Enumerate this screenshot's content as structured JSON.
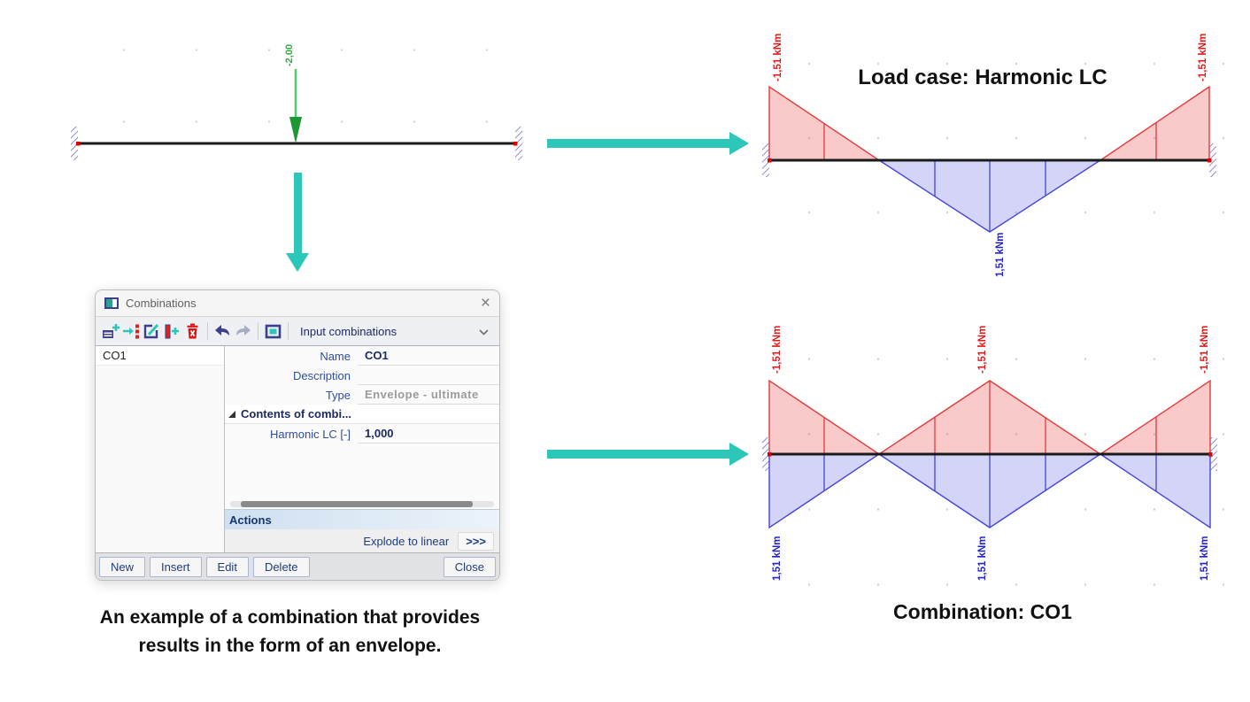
{
  "model": {
    "load_label": "-2,00"
  },
  "dialog": {
    "title": "Combinations",
    "close_icon": "×",
    "toolbar": {
      "dropdown_value": "Input combinations"
    },
    "list_items": [
      "CO1"
    ],
    "fields": [
      {
        "label": "Name",
        "value": "CO1"
      },
      {
        "label": "Description",
        "value": ""
      },
      {
        "label": "Type",
        "value": "Envelope - ultimate"
      }
    ],
    "group_header": "Contents of combi...",
    "group_fields": [
      {
        "label": "Harmonic LC [-]",
        "value": "1,000"
      }
    ],
    "actions_header": "Actions",
    "explode_label": "Explode to linear",
    "explode_button": ">>>",
    "buttons": [
      "New",
      "Insert",
      "Edit",
      "Delete"
    ],
    "close_button": "Close"
  },
  "diagram_top": {
    "title": "Load case: Harmonic LC",
    "label_left": "-1,51 kNm",
    "label_right": "-1,51 kNm",
    "label_mid": "1,51 kNm"
  },
  "diagram_bottom": {
    "title": "Combination: CO1",
    "red_labels": [
      "-1,51 kNm",
      "-1,51 kNm",
      "-1,51 kNm"
    ],
    "blue_labels": [
      "1,51 kNm",
      "1,51 kNm",
      "1,51 kNm"
    ]
  },
  "caption": {
    "line1": "An example of a combination that provides",
    "line2": "results in the form of an envelope."
  },
  "colors": {
    "accent_teal": "#2cc7b9",
    "moment_negative": "#e13b3b",
    "moment_positive": "#4444d9",
    "load_green": "#2fae3f"
  }
}
